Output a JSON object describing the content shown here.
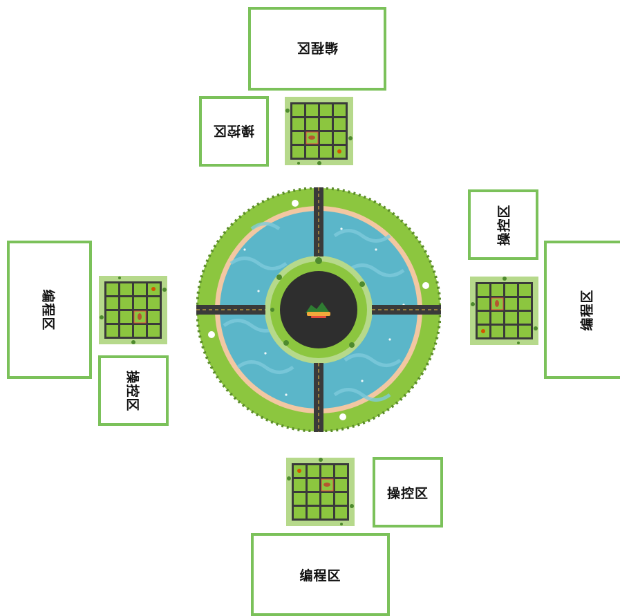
{
  "labels": {
    "programming_zone": "编程区",
    "control_zone": "操控区"
  },
  "center_logo": "logo-badge",
  "colors": {
    "zone_border": "#7bc15a",
    "grass": "#8cc63f",
    "grass_dark": "#5b8c2a",
    "road": "#3a3a3a",
    "water": "#5bb6c9",
    "sand": "#f2c7a2",
    "hub": "#2e2e2e"
  },
  "board": {
    "rows": 4,
    "cols": 4
  }
}
